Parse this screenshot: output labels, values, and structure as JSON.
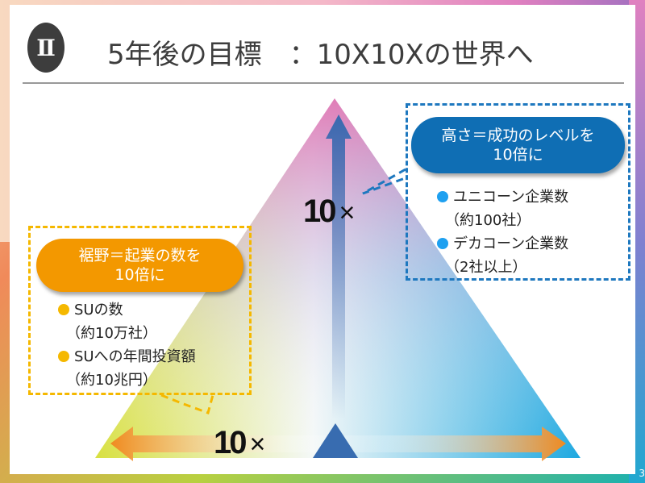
{
  "header": {
    "badge": "Ⅱ",
    "title": "5年後の目標　：10X10Xの世界へ"
  },
  "left_box": {
    "heading_line1": "裾野＝起業の数を",
    "heading_line2": "10倍に",
    "items": [
      {
        "label": "SUの数",
        "detail": "（約10万社）"
      },
      {
        "label": "SUへの年間投資額",
        "detail": "（約10兆円）"
      }
    ],
    "color": "#f39800",
    "bullet_color": "#f5b800"
  },
  "right_box": {
    "heading_line1": "高さ＝成功のレベルを",
    "heading_line2": "10倍に",
    "items": [
      {
        "label": "ユニコーン企業数",
        "detail": "（約100社）"
      },
      {
        "label": "デカコーン企業数",
        "detail": "（2社以上）"
      }
    ],
    "color": "#0f6eb4",
    "bullet_color": "#1ea0f0"
  },
  "diagram": {
    "vertical_label_num": "10",
    "vertical_label_x": "×",
    "horizontal_label_num": "10",
    "horizontal_label_x": "×"
  },
  "page_number": "3"
}
